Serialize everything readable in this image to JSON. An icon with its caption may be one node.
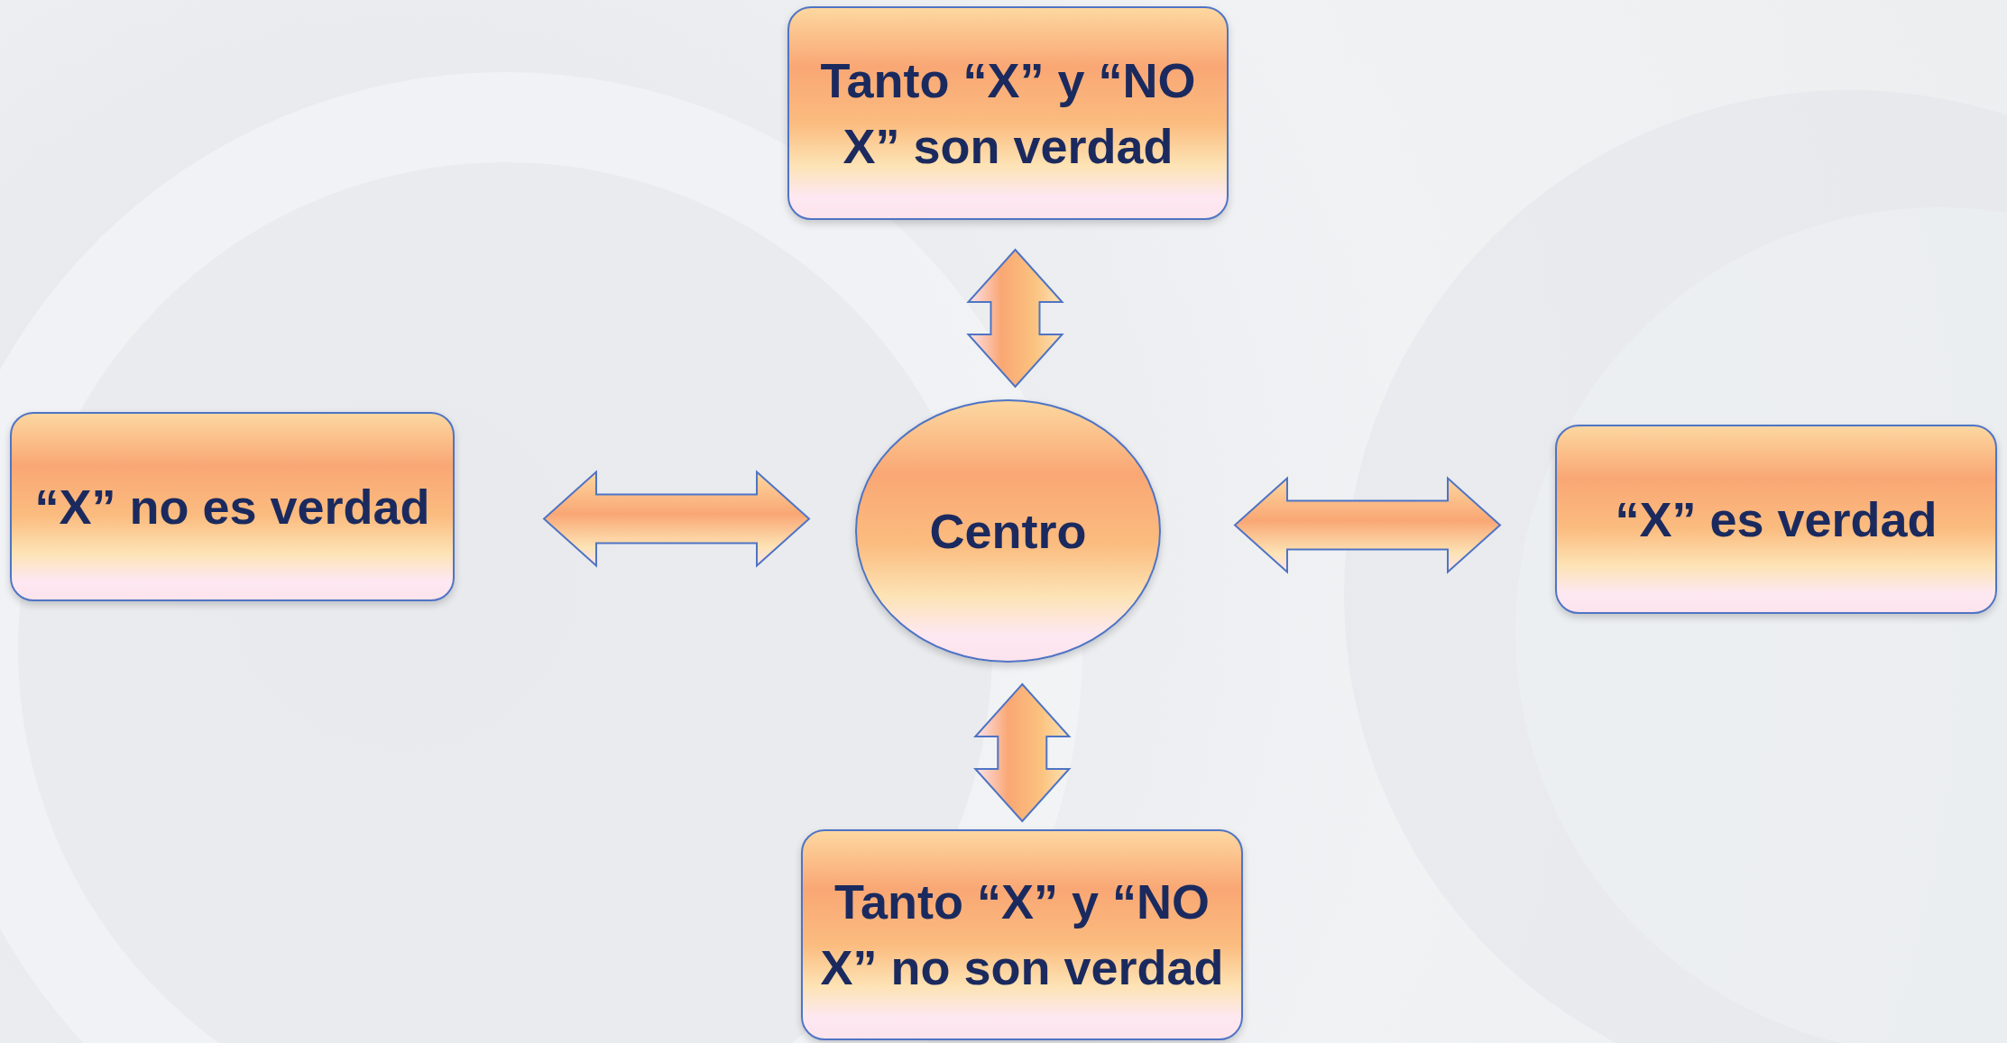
{
  "diagram": {
    "nodes": [
      {
        "text": [
          "Tanto “X” y “NO X” son verdad"
        ]
      },
      {
        "text": [
          "“X” no es verdad"
        ]
      },
      {
        "text": [
          "Centro"
        ]
      },
      {
        "text": [
          "“X” es verdad"
        ]
      },
      {
        "text": [
          "Tanto “X” y “NO X” no son verdad"
        ]
      }
    ],
    "edges": [
      {
        "from": 0,
        "to": 2,
        "arrow": "both"
      },
      {
        "from": 1,
        "to": 2,
        "arrow": "both"
      },
      {
        "from": 2,
        "to": 3,
        "arrow": "both"
      },
      {
        "from": 2,
        "to": 4,
        "arrow": "both"
      }
    ]
  }
}
